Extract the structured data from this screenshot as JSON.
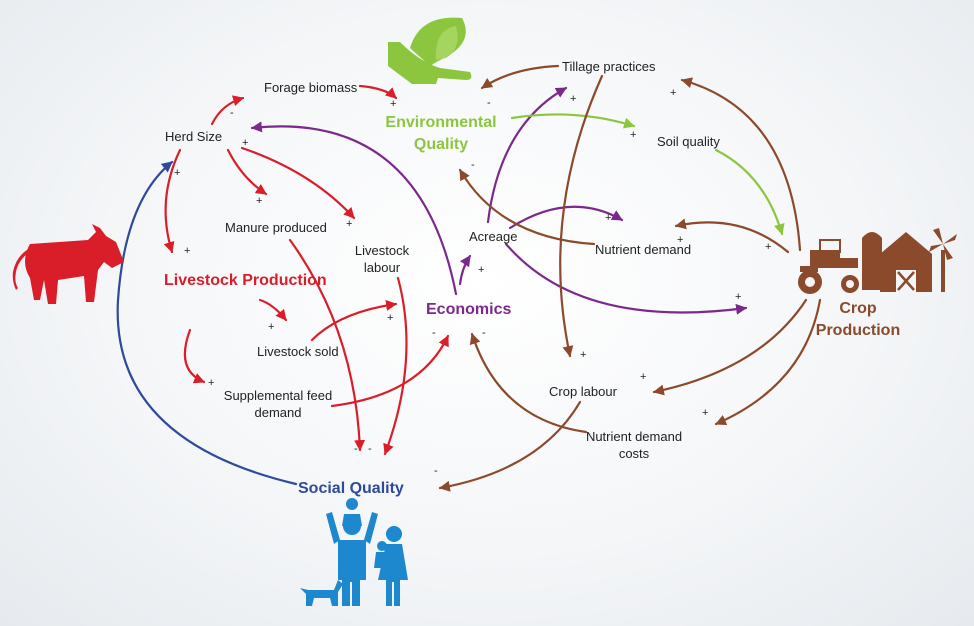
{
  "colors": {
    "livestock": "#d91e2a",
    "environment": "#8cc63f",
    "economics": "#7b2a8c",
    "crop": "#8b4a2b",
    "social": "#2e4a9c",
    "social_icon": "#1e88cf"
  },
  "hubs": {
    "livestock": "Livestock Production",
    "environment": "Environmental Quality",
    "economics": "Economics",
    "crop": "Crop Production",
    "social": "Social Quality"
  },
  "nodes": {
    "forage_biomass": "Forage biomass",
    "herd_size": "Herd Size",
    "manure_produced": "Manure produced",
    "livestock_labour": "Livestock labour",
    "livestock_sold": "Livestock sold",
    "supplemental_feed": "Supplemental feed demand",
    "tillage": "Tillage practices",
    "soil_quality": "Soil quality",
    "acreage": "Acreage",
    "nutrient_demand": "Nutrient demand",
    "crop_labour": "Crop labour",
    "nutrient_costs": "Nutrient demand costs"
  },
  "icons": {
    "livestock": "cow-icon",
    "environment": "hand-with-leaves-icon",
    "crop": "tractor-and-barn-icon",
    "social": "family-icon"
  },
  "signs": {
    "plus": "+",
    "minus": "-"
  }
}
